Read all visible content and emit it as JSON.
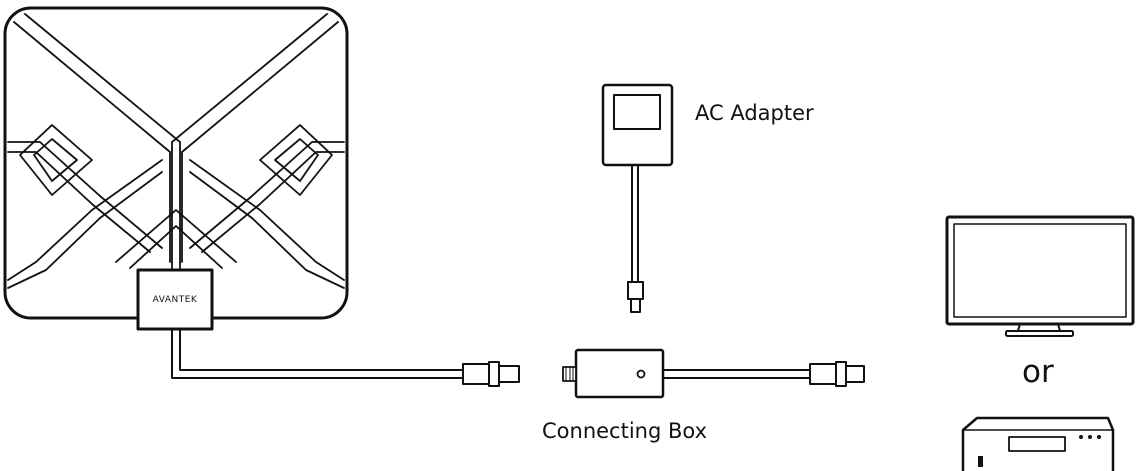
{
  "labels": {
    "ac_adapter": "AC Adapter",
    "connecting_box": "Connecting Box",
    "or": "or",
    "brand": "AVANTEK"
  },
  "colors": {
    "line": "#111111",
    "background": "#ffffff"
  }
}
